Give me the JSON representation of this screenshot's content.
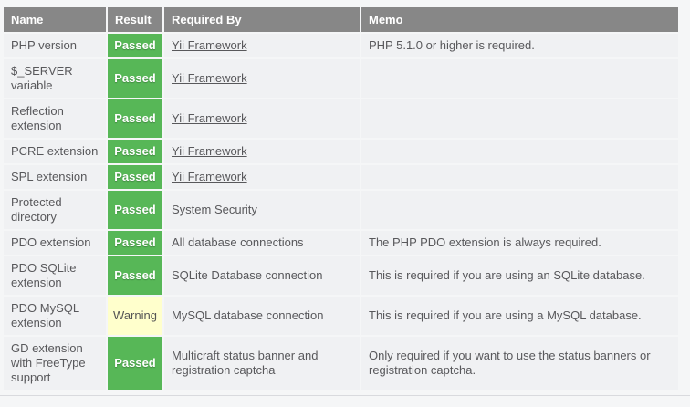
{
  "table": {
    "columns": [
      {
        "label": "Name"
      },
      {
        "label": "Result"
      },
      {
        "label": "Required By"
      },
      {
        "label": "Memo"
      }
    ],
    "rows": [
      {
        "name": "PHP version",
        "result": "Passed",
        "result_type": "passed",
        "required_by": "Yii Framework",
        "required_by_link": true,
        "memo": "PHP 5.1.0 or higher is required."
      },
      {
        "name": "$_SERVER variable",
        "result": "Passed",
        "result_type": "passed",
        "required_by": "Yii Framework",
        "required_by_link": true,
        "memo": ""
      },
      {
        "name": "Reflection extension",
        "result": "Passed",
        "result_type": "passed",
        "required_by": "Yii Framework",
        "required_by_link": true,
        "memo": ""
      },
      {
        "name": "PCRE extension",
        "result": "Passed",
        "result_type": "passed",
        "required_by": "Yii Framework",
        "required_by_link": true,
        "memo": ""
      },
      {
        "name": "SPL extension",
        "result": "Passed",
        "result_type": "passed",
        "required_by": "Yii Framework",
        "required_by_link": true,
        "memo": ""
      },
      {
        "name": "Protected directory",
        "result": "Passed",
        "result_type": "passed",
        "required_by": "System Security",
        "required_by_link": false,
        "memo": ""
      },
      {
        "name": "PDO extension",
        "result": "Passed",
        "result_type": "passed",
        "required_by": "All database connections",
        "required_by_link": false,
        "memo": "The PHP PDO extension is always required."
      },
      {
        "name": "PDO SQLite extension",
        "result": "Passed",
        "result_type": "passed",
        "required_by": "SQLite Database connection",
        "required_by_link": false,
        "memo": "This is required if you are using an SQLite database."
      },
      {
        "name": "PDO MySQL extension",
        "result": "Warning",
        "result_type": "warning",
        "required_by": "MySQL database connection",
        "required_by_link": false,
        "memo": "This is required if you are using a MySQL database."
      },
      {
        "name": "GD extension with FreeType support",
        "result": "Passed",
        "result_type": "passed",
        "required_by": "Multicraft status banner and registration captcha",
        "required_by_link": false,
        "memo": "Only required if you want to use the status banners or registration captcha."
      }
    ],
    "colors": {
      "header_bg": "#878787",
      "header_text": "#ffffff",
      "passed_bg": "#57b757",
      "passed_text": "#ffffff",
      "warning_bg": "#ffffcc",
      "warning_text": "#555555",
      "row_bg": "#f0f1f3",
      "page_bg": "#f5f6f7",
      "body_text": "#58585b"
    }
  }
}
